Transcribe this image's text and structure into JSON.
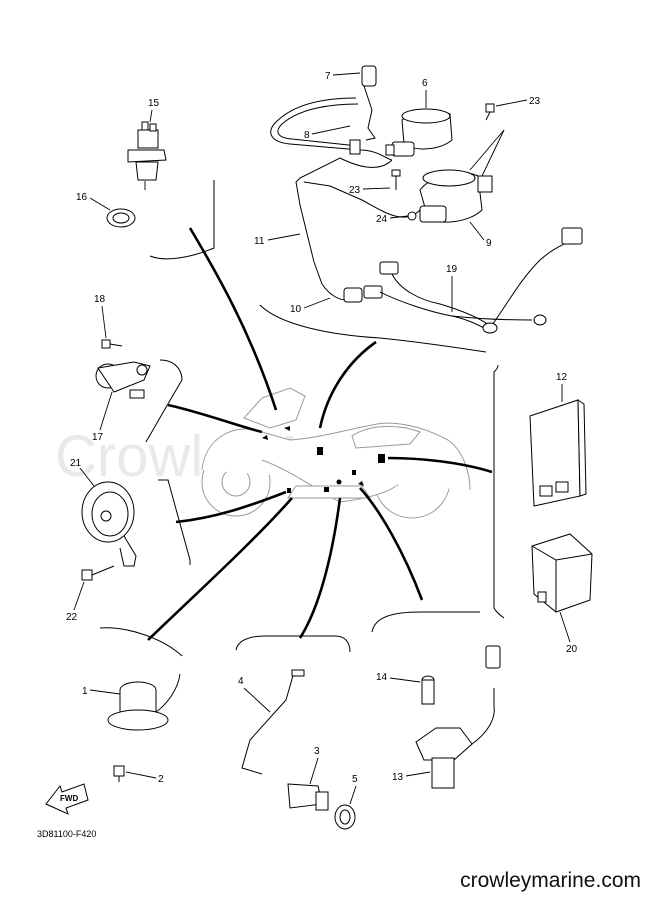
{
  "watermark": "Crowley Marine",
  "diagram_code": "3D81100-F420",
  "site": "crowleymarine.com",
  "fwd_label": "FWD",
  "callouts": [
    {
      "id": "c1",
      "label": "1"
    },
    {
      "id": "c2",
      "label": "2"
    },
    {
      "id": "c3",
      "label": "3"
    },
    {
      "id": "c4",
      "label": "4"
    },
    {
      "id": "c5",
      "label": "5"
    },
    {
      "id": "c6",
      "label": "6"
    },
    {
      "id": "c7",
      "label": "7"
    },
    {
      "id": "c8",
      "label": "8"
    },
    {
      "id": "c9",
      "label": "9"
    },
    {
      "id": "c10",
      "label": "10"
    },
    {
      "id": "c11",
      "label": "11"
    },
    {
      "id": "c12",
      "label": "12"
    },
    {
      "id": "c13",
      "label": "13"
    },
    {
      "id": "c14",
      "label": "14"
    },
    {
      "id": "c15",
      "label": "15"
    },
    {
      "id": "c16",
      "label": "16"
    },
    {
      "id": "c17",
      "label": "17"
    },
    {
      "id": "c18",
      "label": "18"
    },
    {
      "id": "c19",
      "label": "19"
    },
    {
      "id": "c20",
      "label": "20"
    },
    {
      "id": "c21",
      "label": "21"
    },
    {
      "id": "c22",
      "label": "22"
    },
    {
      "id": "c23a",
      "label": "23"
    },
    {
      "id": "c23b",
      "label": "23"
    },
    {
      "id": "c24",
      "label": "24"
    }
  ]
}
